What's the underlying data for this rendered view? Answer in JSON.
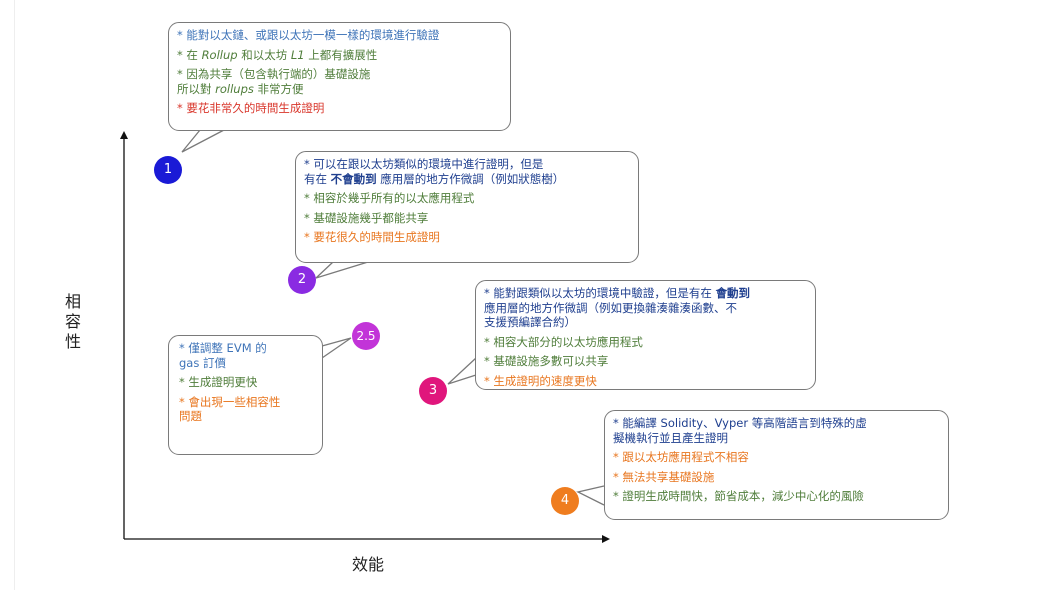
{
  "axes": {
    "ylabel": "相容性",
    "xlabel": "效能"
  },
  "colors": {
    "blue": "#3f74b8",
    "green": "#4f7d3a",
    "orange": "#e8761f",
    "red": "#d9362b",
    "darkblue": "#1f3f8f"
  },
  "nodes": [
    {
      "id": "1",
      "label": "1",
      "color": "#1a1ad6",
      "lines": [
        {
          "color": "blue",
          "segments": [
            {
              "t": "* 能對以太鏈、或跟以太坊一模一樣的環境進行驗證"
            }
          ]
        },
        {
          "color": "green",
          "segments": [
            {
              "t": "* 在 "
            },
            {
              "t": "Rollup",
              "i": true
            },
            {
              "t": " 和以太坊 "
            },
            {
              "t": "L1",
              "i": true
            },
            {
              "t": " 上都有擴展性"
            }
          ]
        },
        {
          "color": "green",
          "segments": [
            {
              "t": "* 因為共享（包含執行端的）基礎設施\n所以對 "
            },
            {
              "t": "rollups",
              "i": true
            },
            {
              "t": " 非常方便"
            }
          ]
        },
        {
          "color": "red",
          "segments": [
            {
              "t": "* 要花非常久的時間生成證明"
            }
          ]
        }
      ]
    },
    {
      "id": "2",
      "label": "2",
      "color": "#8a2be2",
      "lines": [
        {
          "color": "darkblue",
          "segments": [
            {
              "t": "* 可以在跟以太坊類似的環境中進行證明，但是\n有在 "
            },
            {
              "t": "不會動到",
              "b": true
            },
            {
              "t": " 應用層的地方作微調（例如狀態樹）"
            }
          ]
        },
        {
          "color": "green",
          "segments": [
            {
              "t": "* 相容於幾乎所有的以太應用程式"
            }
          ]
        },
        {
          "color": "green",
          "segments": [
            {
              "t": "* 基礎設施幾乎都能共享"
            }
          ]
        },
        {
          "color": "orange",
          "segments": [
            {
              "t": "* 要花很久的時間生成證明"
            }
          ]
        }
      ]
    },
    {
      "id": "2.5",
      "label": "2.5",
      "color": "#c234d8",
      "lines": [
        {
          "color": "blue",
          "segments": [
            {
              "t": "* 僅調整 EVM 的\ngas 訂價"
            }
          ]
        },
        {
          "color": "green",
          "segments": [
            {
              "t": "* 生成證明更快"
            }
          ]
        },
        {
          "color": "orange",
          "segments": [
            {
              "t": "* 會出現一些相容性\n問題"
            }
          ]
        }
      ]
    },
    {
      "id": "3",
      "label": "3",
      "color": "#e0167c",
      "lines": [
        {
          "color": "darkblue",
          "segments": [
            {
              "t": "* 能對跟類似以太坊的環境中驗證，但是有在 "
            },
            {
              "t": "會動到",
              "b": true
            },
            {
              "t": "\n應用層的地方作微調（例如更換雜湊雜湊函數、不\n支援預編譯合約）"
            }
          ]
        },
        {
          "color": "green",
          "segments": [
            {
              "t": "* 相容大部分的以太坊應用程式"
            }
          ]
        },
        {
          "color": "green",
          "segments": [
            {
              "t": "* 基礎設施多數可以共享"
            }
          ]
        },
        {
          "color": "orange",
          "segments": [
            {
              "t": "* 生成證明的速度更快"
            }
          ]
        }
      ]
    },
    {
      "id": "4",
      "label": "4",
      "color": "#ef7d1f",
      "lines": [
        {
          "color": "darkblue",
          "segments": [
            {
              "t": "* 能編譯 Solidity、Vyper 等高階語言到特殊的虛\n擬機執行並且產生證明"
            }
          ]
        },
        {
          "color": "orange",
          "segments": [
            {
              "t": "* 跟以太坊應用程式不相容"
            }
          ]
        },
        {
          "color": "orange",
          "segments": [
            {
              "t": "* 無法共享基礎設施"
            }
          ]
        },
        {
          "color": "green",
          "segments": [
            {
              "t": "* 證明生成時間快，節省成本，減少中心化的風險"
            }
          ]
        }
      ]
    }
  ]
}
